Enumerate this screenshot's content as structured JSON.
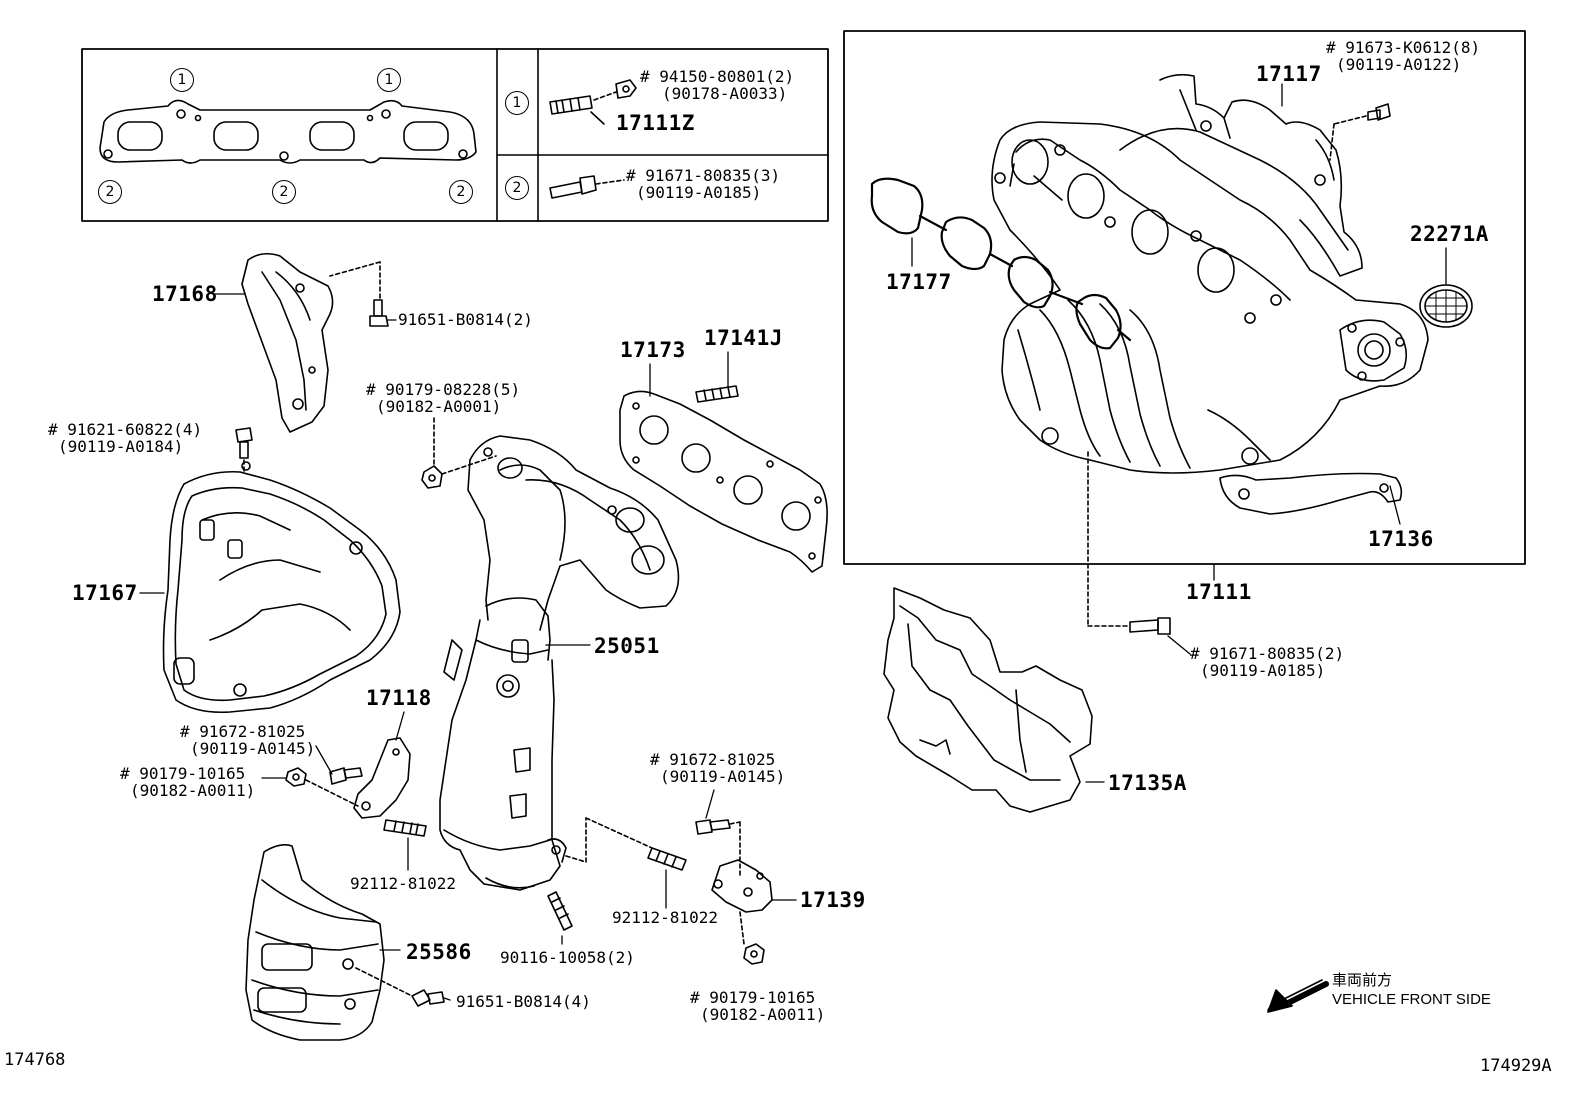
{
  "inset": {
    "gasket_markers": [
      "1",
      "1",
      "2",
      "2",
      "2"
    ],
    "rows": [
      {
        "marker": "1",
        "note": "# 94150-80801(2)",
        "alt": "(90178-A0033)",
        "part": "17111Z"
      },
      {
        "marker": "2",
        "note": "# 91671-80835(3)",
        "alt": "(90119-A0185)"
      }
    ]
  },
  "labels": {
    "p17168": "17168",
    "b91651a": "91651-B0814(2)",
    "n90179a": "# 90179-08228(5)",
    "n90179a_alt": "(90182-A0001)",
    "n91621": "# 91621-60822(4)",
    "n91621_alt": "(90119-A0184)",
    "p17167": "17167",
    "p17173": "17173",
    "p17141J": "17141J",
    "p25051": "25051",
    "p17118": "17118",
    "n91672a": "# 91672-81025",
    "n91672a_alt": "(90119-A0145)",
    "n90179b": "# 90179-10165",
    "n90179b_alt": "(90182-A0011)",
    "p92112a": "92112-81022",
    "p25586": "25586",
    "b91651b": "91651-B0814(4)",
    "p90116": "90116-10058(2)",
    "n91672b": "# 91672-81025",
    "n91672b_alt": "(90119-A0145)",
    "p92112b": "92112-81022",
    "p17139": "17139",
    "n90179c": "# 90179-10165",
    "n90179c_alt": "(90182-A0011)",
    "n91673": "# 91673-K0612(8)",
    "n91673_alt": "(90119-A0122)",
    "p17117": "17117",
    "p22271A": "22271A",
    "p17177": "17177",
    "p17136": "17136",
    "p17111": "17111",
    "n91671b": "# 91671-80835(2)",
    "n91671b_alt": "(90119-A0185)",
    "p17135A": "17135A",
    "front_jp": "車両前方",
    "front_en": "VEHICLE FRONT SIDE",
    "ref_left": "174768",
    "ref_right": "174929A"
  }
}
